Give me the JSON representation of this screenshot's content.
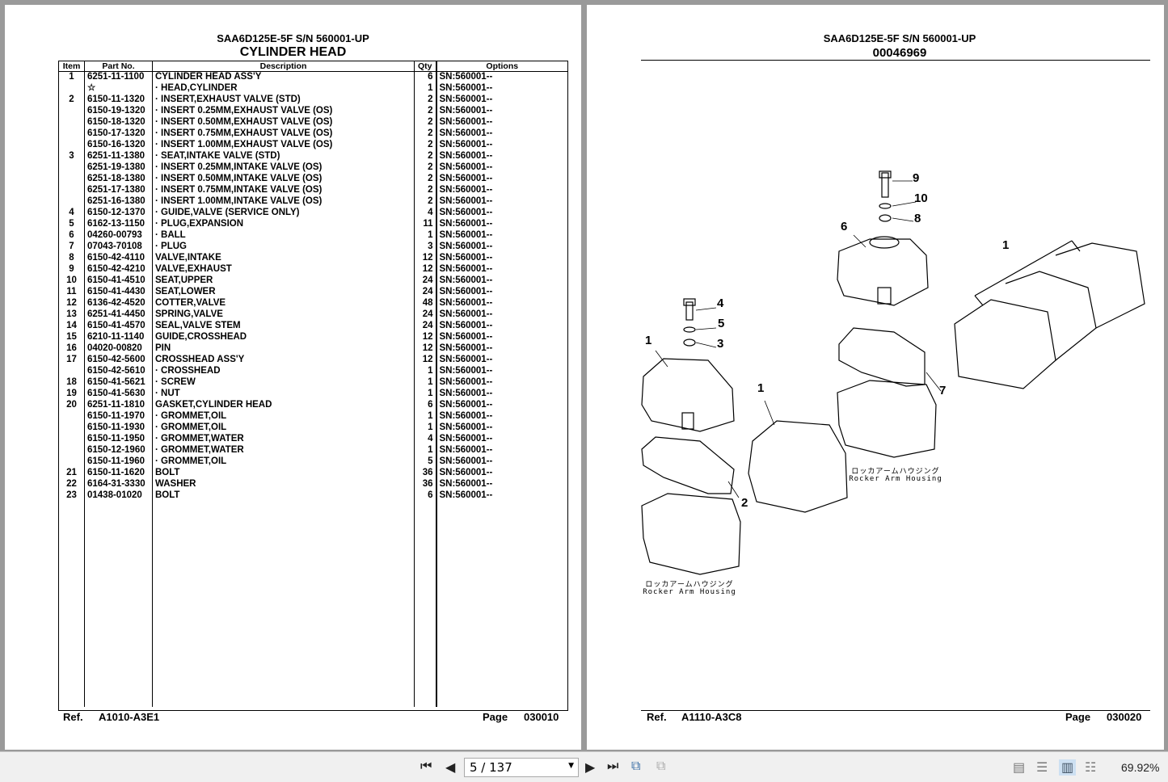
{
  "left_page": {
    "model": "SAA6D125E-5F S/N 560001-UP",
    "title": "CYLINDER HEAD",
    "columns": [
      "Item",
      "Part No.",
      "Description",
      "Qty",
      "Options"
    ],
    "rows": [
      [
        "1",
        "6251-11-1100",
        "CYLINDER HEAD ASS'Y",
        "6",
        "SN:560001--"
      ],
      [
        "",
        "☆",
        "· HEAD,CYLINDER",
        "1",
        "SN:560001--"
      ],
      [
        "2",
        "6150-11-1320",
        "· INSERT,EXHAUST VALVE (STD)",
        "2",
        "SN:560001--"
      ],
      [
        "",
        "6150-19-1320",
        "· INSERT 0.25MM,EXHAUST VALVE (OS)",
        "2",
        "SN:560001--"
      ],
      [
        "",
        "6150-18-1320",
        "· INSERT 0.50MM,EXHAUST VALVE (OS)",
        "2",
        "SN:560001--"
      ],
      [
        "",
        "6150-17-1320",
        "· INSERT 0.75MM,EXHAUST VALVE (OS)",
        "2",
        "SN:560001--"
      ],
      [
        "",
        "6150-16-1320",
        "· INSERT 1.00MM,EXHAUST VALVE (OS)",
        "2",
        "SN:560001--"
      ],
      [
        "3",
        "6251-11-1380",
        "· SEAT,INTAKE VALVE (STD)",
        "2",
        "SN:560001--"
      ],
      [
        "",
        "6251-19-1380",
        "· INSERT 0.25MM,INTAKE VALVE (OS)",
        "2",
        "SN:560001--"
      ],
      [
        "",
        "6251-18-1380",
        "· INSERT 0.50MM,INTAKE VALVE (OS)",
        "2",
        "SN:560001--"
      ],
      [
        "",
        "6251-17-1380",
        "· INSERT 0.75MM,INTAKE VALVE (OS)",
        "2",
        "SN:560001--"
      ],
      [
        "",
        "6251-16-1380",
        "· INSERT 1.00MM,INTAKE VALVE (OS)",
        "2",
        "SN:560001--"
      ],
      [
        "4",
        "6150-12-1370",
        "· GUIDE,VALVE (SERVICE ONLY)",
        "4",
        "SN:560001--"
      ],
      [
        "5",
        "6162-13-1150",
        "· PLUG,EXPANSION",
        "11",
        "SN:560001--"
      ],
      [
        "6",
        "04260-00793",
        "· BALL",
        "1",
        "SN:560001--"
      ],
      [
        "7",
        "07043-70108",
        "· PLUG",
        "3",
        "SN:560001--"
      ],
      [
        "8",
        "6150-42-4110",
        "VALVE,INTAKE",
        "12",
        "SN:560001--"
      ],
      [
        "9",
        "6150-42-4210",
        "VALVE,EXHAUST",
        "12",
        "SN:560001--"
      ],
      [
        "10",
        "6150-41-4510",
        "SEAT,UPPER",
        "24",
        "SN:560001--"
      ],
      [
        "11",
        "6150-41-4430",
        "SEAT,LOWER",
        "24",
        "SN:560001--"
      ],
      [
        "12",
        "6136-42-4520",
        "COTTER,VALVE",
        "48",
        "SN:560001--"
      ],
      [
        "13",
        "6251-41-4450",
        "SPRING,VALVE",
        "24",
        "SN:560001--"
      ],
      [
        "14",
        "6150-41-4570",
        "SEAL,VALVE STEM",
        "24",
        "SN:560001--"
      ],
      [
        "15",
        "6210-11-1140",
        "GUIDE,CROSSHEAD",
        "12",
        "SN:560001--"
      ],
      [
        "16",
        "04020-00820",
        "PIN",
        "12",
        "SN:560001--"
      ],
      [
        "17",
        "6150-42-5600",
        "CROSSHEAD ASS'Y",
        "12",
        "SN:560001--"
      ],
      [
        "",
        "6150-42-5610",
        "· CROSSHEAD",
        "1",
        "SN:560001--"
      ],
      [
        "18",
        "6150-41-5621",
        "· SCREW",
        "1",
        "SN:560001--"
      ],
      [
        "19",
        "6150-41-5630",
        "· NUT",
        "1",
        "SN:560001--"
      ],
      [
        "20",
        "6251-11-1810",
        "GASKET,CYLINDER HEAD",
        "6",
        "SN:560001--"
      ],
      [
        "",
        "6150-11-1970",
        "· GROMMET,OIL",
        "1",
        "SN:560001--"
      ],
      [
        "",
        "6150-11-1930",
        "· GROMMET,OIL",
        "1",
        "SN:560001--"
      ],
      [
        "",
        "6150-11-1950",
        "· GROMMET,WATER",
        "4",
        "SN:560001--"
      ],
      [
        "",
        "6150-12-1960",
        "· GROMMET,WATER",
        "1",
        "SN:560001--"
      ],
      [
        "",
        "6150-11-1960",
        "· GROMMET,OIL",
        "5",
        "SN:560001--"
      ],
      [
        "21",
        "6150-11-1620",
        "BOLT",
        "36",
        "SN:560001--"
      ],
      [
        "22",
        "6164-31-3330",
        "WASHER",
        "36",
        "SN:560001--"
      ],
      [
        "23",
        "01438-01020",
        "BOLT",
        "6",
        "SN:560001--"
      ]
    ],
    "ref_label": "Ref.",
    "ref": "A1010-A3E1",
    "page_label": "Page",
    "page": "030010"
  },
  "right_page": {
    "model": "SAA6D125E-5F S/N 560001-UP",
    "title": "00046969",
    "callouts": [
      "9",
      "10",
      "8",
      "6",
      "1",
      "4",
      "5",
      "3",
      "1",
      "1",
      "7",
      "2"
    ],
    "housing_jp": "ロッカアームハウジング",
    "housing_en": "Rocker Arm Housing",
    "ref_label": "Ref.",
    "ref": "A1110-A3C8",
    "page_label": "Page",
    "page": "030020"
  },
  "toolbar": {
    "page_value": "5 / 137",
    "zoom": "69.92%"
  }
}
